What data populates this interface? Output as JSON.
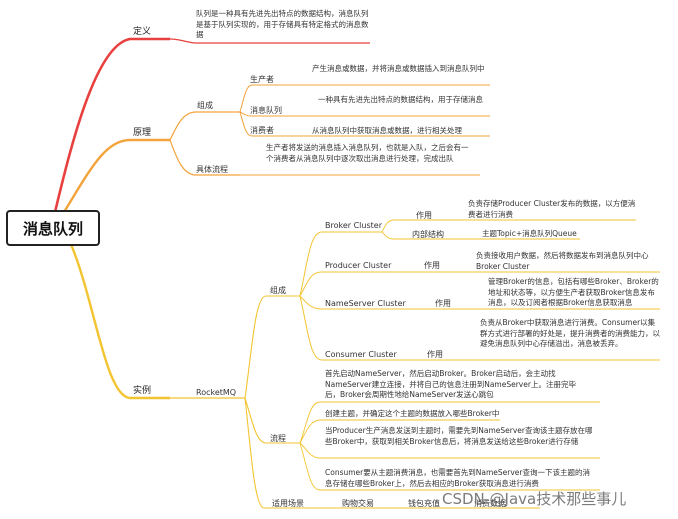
{
  "root": "消息队列",
  "definition": {
    "label": "定义",
    "text": "队列是一种具有先进先出特点的数据结构，消息队列是基于队列实现的，用于存储具有特定格式的消息数据"
  },
  "principle": {
    "label": "原理",
    "composition": {
      "label": "组成",
      "producer": {
        "label": "生产者",
        "text": "产生消息或数据，并将消息或数据插入到消息队列中"
      },
      "queue": {
        "label": "消息队列",
        "text": "一种具有先进先出特点的数据结构，用于存储消息"
      },
      "consumer": {
        "label": "消费者",
        "text": "从消息队列中获取消息或数据，进行相关处理"
      }
    },
    "flow": {
      "label": "具体流程",
      "text": "生产者将发送的消息插入消息队列，也就是入队，之后会有一个消费者从消息队列中逐次取出消息进行处理，完成出队"
    }
  },
  "example": {
    "label": "实例",
    "rocketmq": {
      "label": "RocketMQ",
      "composition": {
        "label": "组成",
        "broker": {
          "label": "Broker Cluster",
          "usage_label": "作用",
          "usage_text": "负责存储Producer Cluster发布的数据，以方便消费者进行消费",
          "structure_label": "内部结构",
          "structure_text": "主题Topic+消息队列Queue"
        },
        "producer": {
          "label": "Producer Cluster",
          "usage_label": "作用",
          "usage_text": "负责接收用户数据，然后将数据发布到消息队列中心Broker Cluster"
        },
        "nameserver": {
          "label": "NameServer Cluster",
          "usage_label": "作用",
          "usage_text": "管理Broker的信息，包括有哪些Broker、Broker的地址和状态等，以方便生产者获取Broker信息发布消息，以及订阅者根据Broker信息获取消息"
        },
        "consumer": {
          "label": "Consumer Cluster",
          "usage_label": "作用",
          "usage_text": "负责从Broker中获取消息进行消费。Consumer以集群方式进行部署的好处是，提升消费者的消费能力，以避免消息队列中心存储溢出，消息被丢弃。"
        }
      },
      "process": {
        "label": "流程",
        "step1": "首先启动NameServer，然后启动Broker。Broker启动后，会主动找NameServer建立连接，并将自己的信息注册到NameServer上。注册完毕后，Broker会周期性地给NameServer发送心跳包",
        "step2": "创建主题，并确定这个主题的数据放入哪些Broker中",
        "step3": "当Producer生产消息发送到主题时，需要先到NameServer查询该主题存放在哪些Broker中，获取到相关Broker信息后，将消息发送给这些Broker进行存储",
        "step4": "Consumer要从主题消费消息，也需要首先到NameServer查询一下该主题的消息存储在哪些Broker上，然后去相应的Broker获取消息进行消费"
      },
      "scenarios": {
        "label": "适用场景",
        "items": [
          "购物交易",
          "钱包充值",
          "消费数据"
        ]
      }
    }
  },
  "watermark": "CSDN @Java技术那些事儿",
  "colors": {
    "definition": "#e8403e",
    "principle": "#f2a33a",
    "example": "#f3c431"
  }
}
